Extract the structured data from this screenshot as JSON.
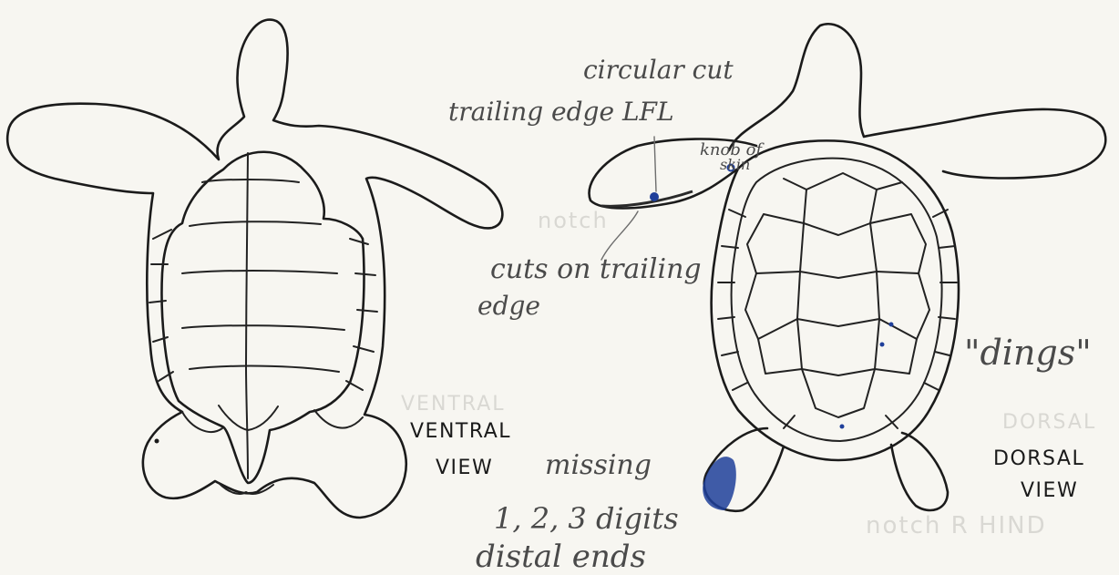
{
  "views": {
    "ventral": "VENTRAL VIEW",
    "dorsal": "DORSAL VIEW"
  },
  "annotations": {
    "circular_cut": "circular cut trailing edge LFL",
    "knob": "knob of skin",
    "cuts": "cuts on trailing edge",
    "missing": "missing 1, 2, 3 digits distal ends",
    "dings": "\"dings\""
  },
  "colors": {
    "paper": "#f7f6f1",
    "ink": "#1b1b1b",
    "pencil": "#555555",
    "marker": "#1f3f9a"
  }
}
